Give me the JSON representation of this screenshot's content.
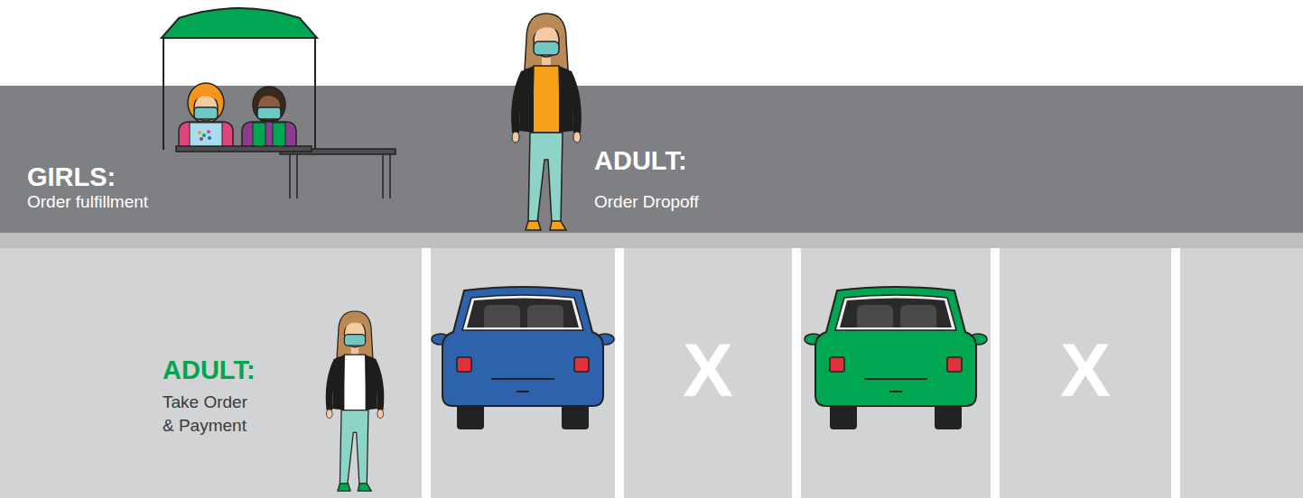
{
  "diagram": {
    "nodes": [
      {
        "text": [
          "GIRLS:",
          "Order fulfillment",
          "ADULT:",
          "Order Dropoff"
        ]
      },
      {
        "text": [
          "ADULT:",
          "Take Order & Payment"
        ]
      }
    ],
    "labels": [
      "X",
      "X"
    ]
  }
}
